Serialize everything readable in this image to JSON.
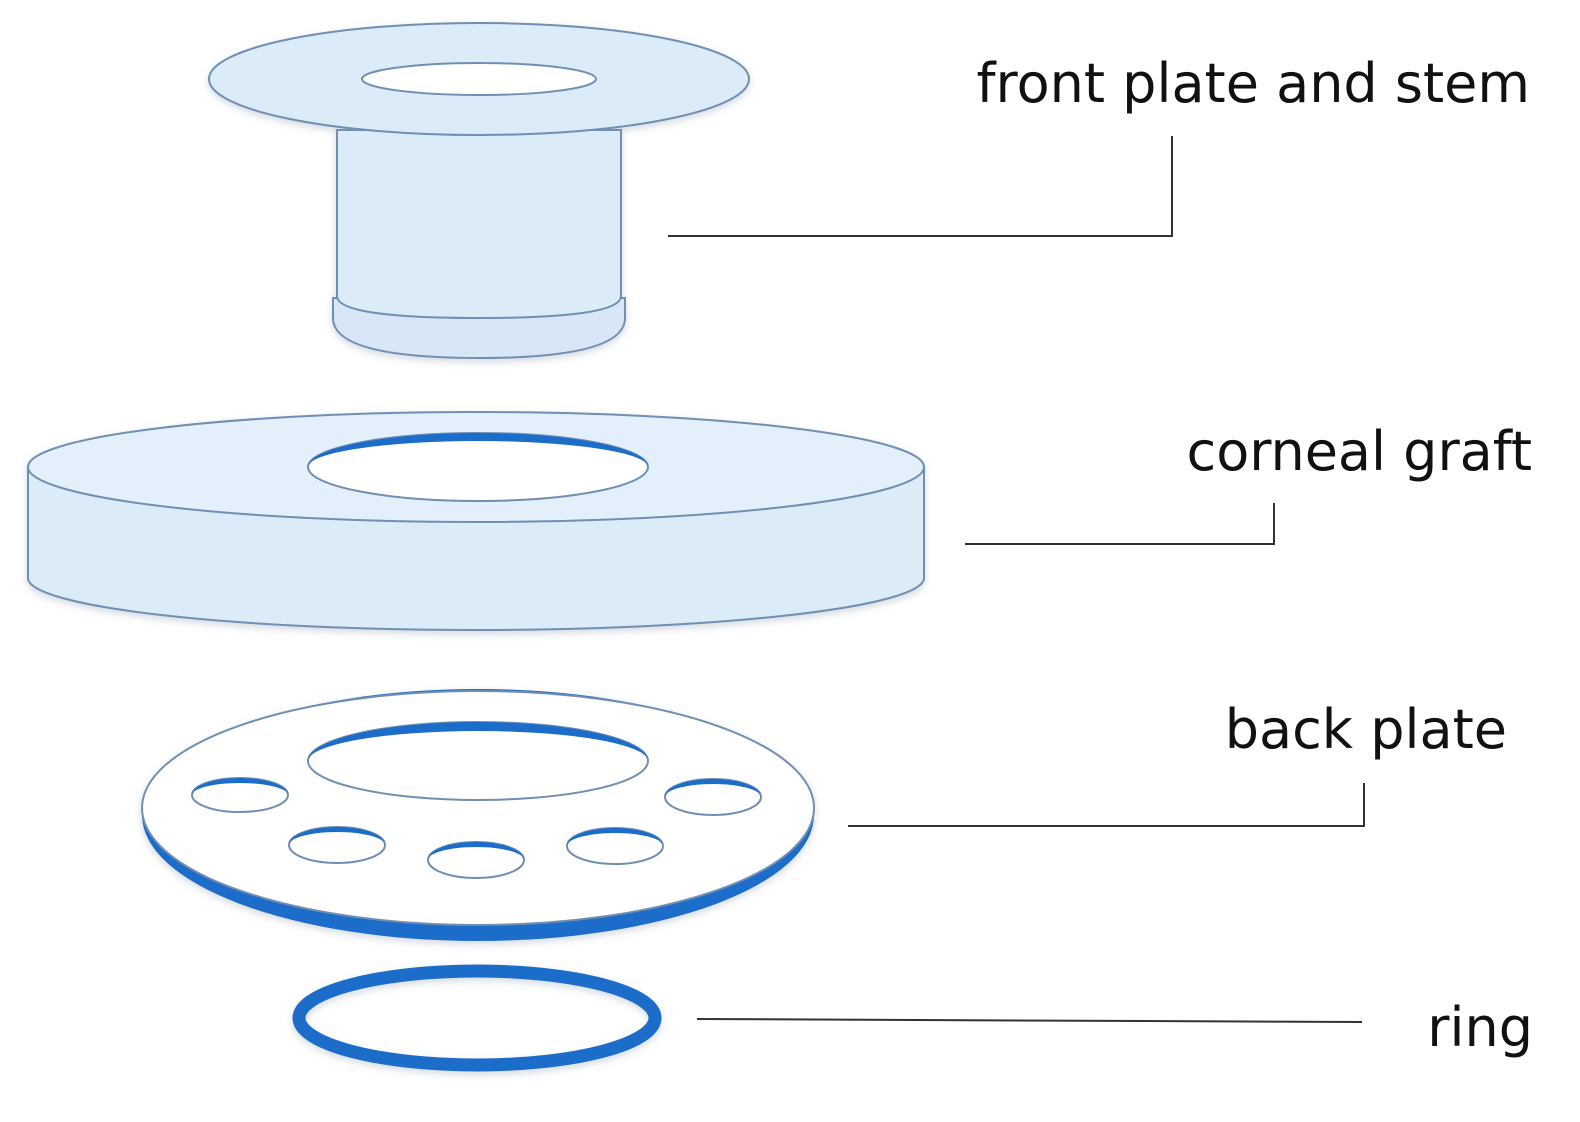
{
  "labels": {
    "front_plate_and_stem": "front plate and stem",
    "corneal_graft": "corneal graft",
    "back_plate": "back plate",
    "ring": "ring"
  },
  "colors": {
    "light_fill": "#dcebf8",
    "light_fill_top": "#e3f0fb",
    "outline": "#6f8fb3",
    "accent_blue": "#1f6cc9",
    "leader_line": "#333333",
    "label_text": "#111111"
  }
}
